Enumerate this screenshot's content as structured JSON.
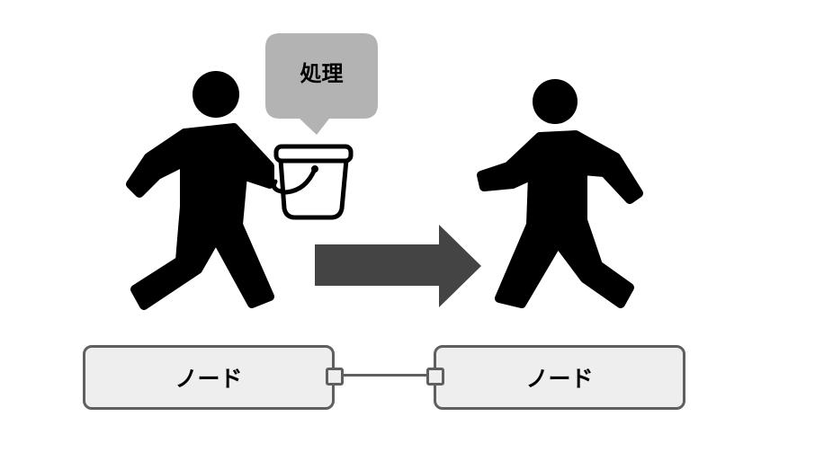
{
  "bubble": {
    "label": "処理",
    "color": "#b3b3b3"
  },
  "arrow": {
    "color": "#444444",
    "direction": "right"
  },
  "figures": [
    {
      "name": "person-carrying-bucket",
      "role": "sender"
    },
    {
      "name": "person-walking",
      "role": "receiver"
    }
  ],
  "nodes": [
    {
      "label": "ノード"
    },
    {
      "label": "ノード"
    }
  ],
  "colors": {
    "node_fill": "#eeeeee",
    "node_border": "#5f5f5f",
    "figure": "#000000"
  }
}
